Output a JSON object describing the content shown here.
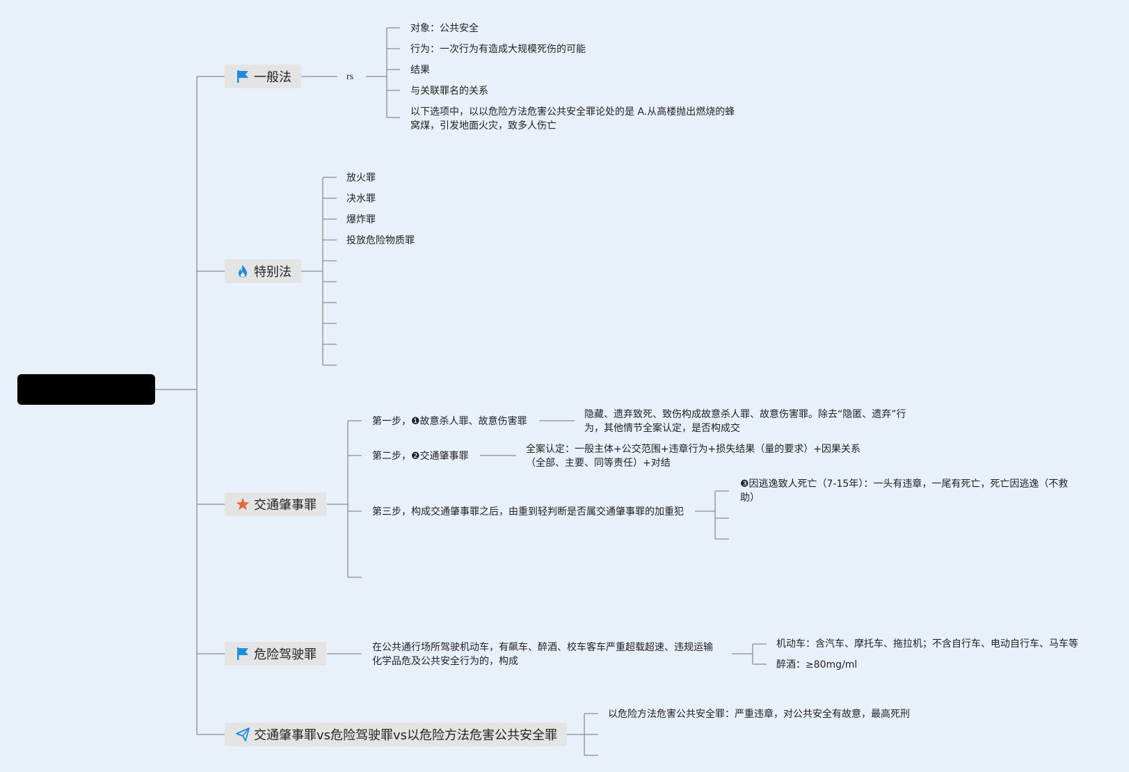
{
  "topics": {
    "general": {
      "label": "一般法",
      "icon": "flag-icon",
      "color": "#1a8de0"
    },
    "special": {
      "label": "特别法",
      "icon": "flame-icon",
      "color": "#1a8de0"
    },
    "traffic": {
      "label": "交通肇事罪",
      "icon": "star-icon",
      "color": "#e8683a"
    },
    "dangerous": {
      "label": "危险驾驶罪",
      "icon": "flag-icon",
      "color": "#1a8de0"
    },
    "compare": {
      "label": "交通肇事罪vs危险驾驶罪vs以危险方法危害公共安全罪",
      "icon": "paper-plane-icon",
      "color": "#1a8de0"
    }
  },
  "general": {
    "mid": "rs",
    "items": [
      "对象：公共安全",
      "行为：一次行为有造成大规模死伤的可能",
      "结果",
      "与关联罪名的关系",
      "以下选项中，以以危险方法危害公共安全罪论处的是 A.从高楼抛出燃烧的蜂窝煤，引发地面火灾，致多人伤亡"
    ]
  },
  "special": {
    "items": [
      "放火罪",
      "决水罪",
      "爆炸罪",
      "投放危险物质罪"
    ]
  },
  "traffic": {
    "step1": "第一步，❶故意杀人罪、故意伤害罪",
    "step1_detail": "隐藏、遗弃致死、致伤构成故意杀人罪、故意伤害罪。除去“隐匿、遗弃”行为，其他情节全案认定，是否构成交",
    "step2": "第二步，❷交通肇事罪",
    "step2_detail": "全案认定：一般主体+公交范围+违章行为+损失结果（量的要求）+因果关系（全部、主要、同等责任）+对结",
    "step3": "第三步，构成交通肇事罪之后，由重到轻判断是否属交通肇事罪的加重犯",
    "step3_detail": "❸因逃逸致人死亡（7-15年）：一头有违章，一尾有死亡，死亡因逃逸（不救助）"
  },
  "dangerous": {
    "definition": "在公共通行场所驾驶机动车，有飙车、醉酒、校车客车严重超载超速、违规运输化学品危及公共安全行为的，构成",
    "vehicle": "机动车：含汽车、摩托车、拖拉机；不含自行车、电动自行车、马车等",
    "drunk": "醉酒：≥80mg/ml"
  },
  "compare": {
    "item1": "以危险方法危害公共安全罪：严重违章，对公共安全有故意，最高死刑"
  }
}
